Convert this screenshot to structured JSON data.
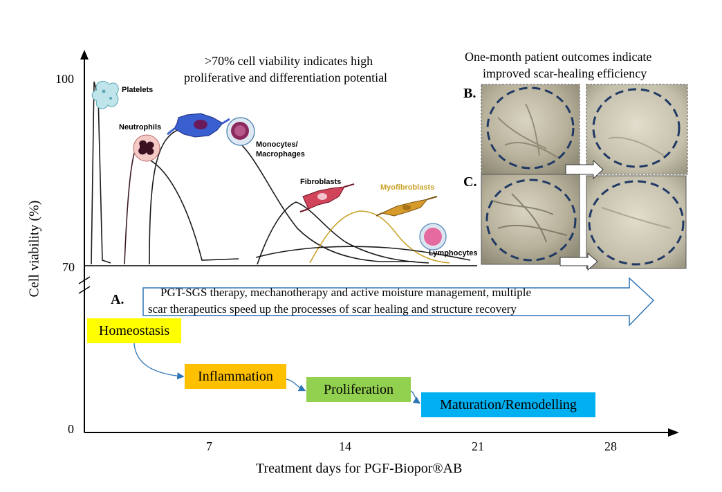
{
  "y_axis": {
    "label": "Cell viability (%)",
    "ticks": [
      "100",
      "70",
      "0"
    ]
  },
  "x_axis": {
    "label": "Treatment days for PGF-Biopor®AB",
    "ticks": [
      "7",
      "14",
      "21",
      "28"
    ]
  },
  "top_note": {
    "line1": ">70% cell viability indicates high",
    "line2": "proliferative and differentiation potential"
  },
  "cells": {
    "platelets": "Platelets",
    "neutrophils": "Neutrophils",
    "monocytes_1": "Monocytes/",
    "monocytes_2": "Macrophages",
    "fibroblasts": "Fibroblasts",
    "myofibroblasts": "Myofibroblasts",
    "lymphocytes": "Lymphocytes"
  },
  "outcomes": {
    "line1": "One-month patient outcomes indicate",
    "line2": "improved scar-healing efficiency",
    "label_b": "B.",
    "label_c": "C."
  },
  "therapy": {
    "label_a": "A.",
    "line1": "PGT-SGS therapy, mechanotherapy and active moisture management, multiple",
    "line2": "scar therapeutics speed up the processes of scar healing and structure recovery"
  },
  "stages": {
    "homeostasis": "Homeostasis",
    "inflammation": "Inflammation",
    "proliferation": "Proliferation",
    "maturation": "Maturation/Remodelling"
  },
  "colors": {
    "homeostasis": "#ffff00",
    "inflammation": "#ffc000",
    "proliferation": "#92d050",
    "maturation": "#00b0f0",
    "ring": "#1f3864"
  }
}
